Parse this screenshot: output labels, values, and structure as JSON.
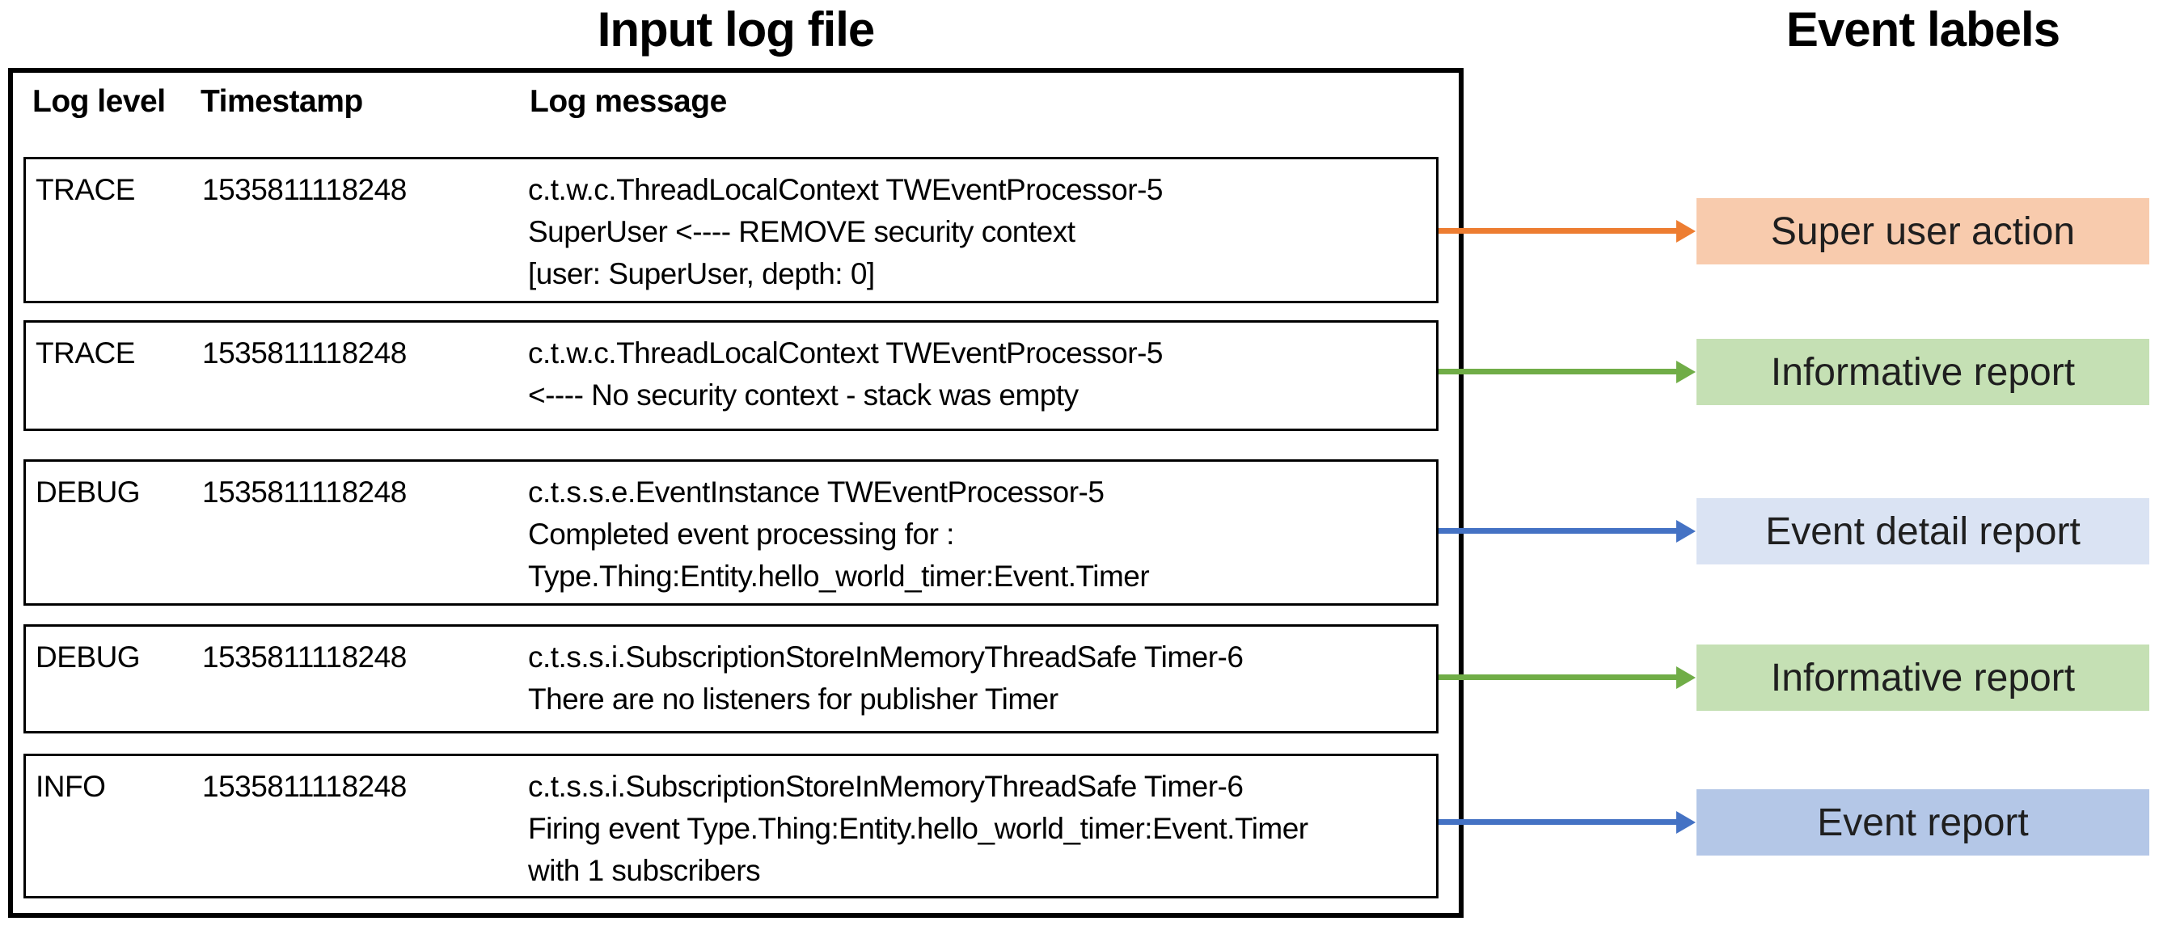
{
  "titles": {
    "input_log_file": "Input log file",
    "event_labels": "Event labels"
  },
  "table": {
    "headers": {
      "level": "Log level",
      "timestamp": "Timestamp",
      "message": "Log message"
    },
    "rows": [
      {
        "level": "TRACE",
        "timestamp": "1535811118248",
        "message_lines": [
          "c.t.w.c.ThreadLocalContext TWEventProcessor-5",
          "SuperUser <---- REMOVE security context",
          "[user: SuperUser, depth: 0]"
        ]
      },
      {
        "level": "TRACE",
        "timestamp": "1535811118248",
        "message_lines": [
          "c.t.w.c.ThreadLocalContext TWEventProcessor-5",
          "<---- No security context - stack was empty"
        ]
      },
      {
        "level": "DEBUG",
        "timestamp": "1535811118248",
        "message_lines": [
          "c.t.s.s.e.EventInstance TWEventProcessor-5",
          "Completed event processing for :",
          "Type.Thing:Entity.hello_world_timer:Event.Timer"
        ]
      },
      {
        "level": "DEBUG",
        "timestamp": "1535811118248",
        "message_lines": [
          "c.t.s.s.i.SubscriptionStoreInMemoryThreadSafe Timer-6",
          "There are no listeners for publisher Timer"
        ]
      },
      {
        "level": "INFO",
        "timestamp": "1535811118248",
        "message_lines": [
          "c.t.s.s.i.SubscriptionStoreInMemoryThreadSafe Timer-6",
          "Firing event Type.Thing:Entity.hello_world_timer:Event.Timer",
          "with 1 subscribers"
        ]
      }
    ]
  },
  "labels": [
    {
      "text": "Super user action",
      "bg": "#F8CBAD",
      "arrow_color": "#ED7D31"
    },
    {
      "text": "Informative report",
      "bg": "#C5E0B4",
      "arrow_color": "#70AD47"
    },
    {
      "text": "Event detail report",
      "bg": "#DAE3F3",
      "arrow_color": "#4472C4"
    },
    {
      "text": "Informative report",
      "bg": "#C5E0B4",
      "arrow_color": "#70AD47"
    },
    {
      "text": "Event report",
      "bg": "#B4C7E7",
      "arrow_color": "#4472C4"
    }
  ]
}
